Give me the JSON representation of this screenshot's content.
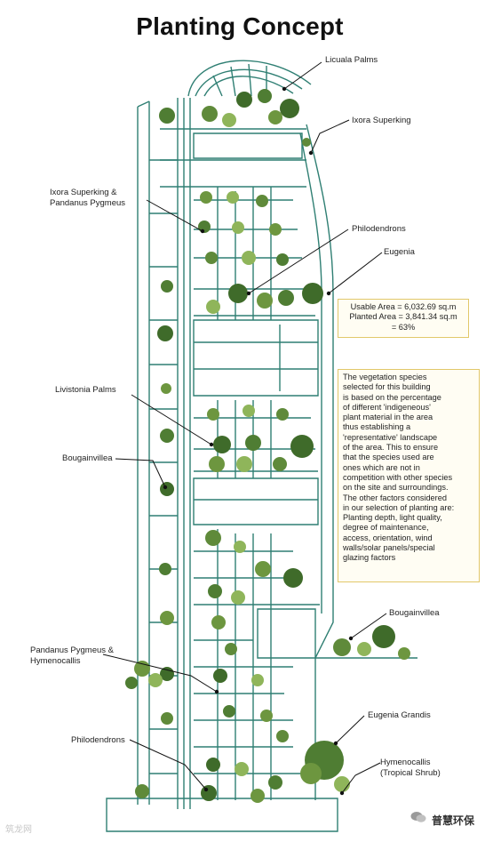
{
  "title": "Planting Concept",
  "labels": {
    "licuala_palms": "Licuala Palms",
    "ixora_superking": "Ixora Superking",
    "ixora_pandanus_1": "Ixora Superking &",
    "ixora_pandanus_2": "Pandanus Pygmeus",
    "philodendrons_top": "Philodendrons",
    "eugenia": "Eugenia",
    "livistonia_palms": "Livistonia Palms",
    "bougainvillea_left": "Bougainvillea",
    "bougainvillea_right": "Bougainvillea",
    "pandanus_hymeno_1": "Pandanus Pygmeus &",
    "pandanus_hymeno_2": "Hymenocallis",
    "eugenia_grandis": "Eugenia Grandis",
    "philodendrons_bottom": "Philodendrons",
    "hymenocallis_1": "Hymenocallis",
    "hymenocallis_2": "(Tropical Shrub)"
  },
  "area_box": {
    "usable": "Usable Area = 6,032.69 sq.m",
    "planted": "Planted Area = 3,841.34 sq.m",
    "ratio": "= 63%"
  },
  "description_lines": [
    "The vegetation species",
    "selected for this building",
    "is based on the percentage",
    "of different 'indigeneous'",
    "plant material in the area",
    "thus establishing a",
    "'representative' landscape",
    "of the area. This to ensure",
    "that the species used are",
    "ones which are not in",
    "competition with other species",
    "on the site and surroundings.",
    "The other factors considered",
    "in our selection of planting are:",
    "Planting depth, light quality,",
    "degree of maintenance,",
    "access, orientation, wind",
    "walls/solar panels/special",
    "glazing factors"
  ],
  "watermarks": {
    "left": "筑龙网",
    "right": "普慧环保"
  },
  "colors": {
    "structure": "#2f7f73",
    "foliage_dark": "#3f6b2a",
    "foliage_light": "#8fb55a",
    "box_border": "#e2c86a"
  }
}
